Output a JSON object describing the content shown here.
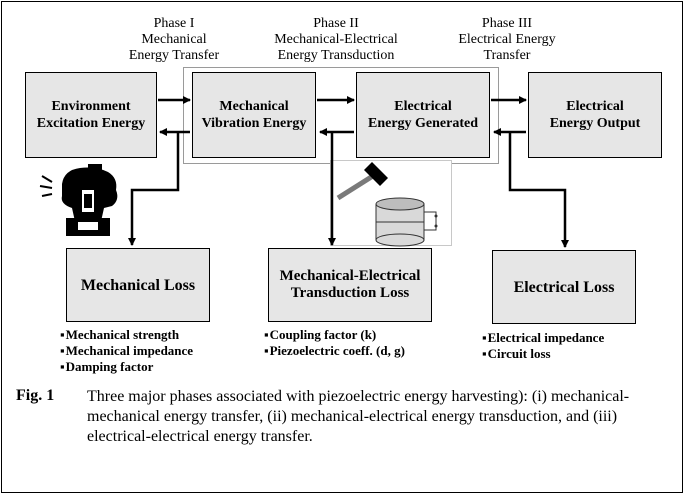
{
  "phases": [
    {
      "text": "Phase I\nMechanical\nEnergy Transfer"
    },
    {
      "text": "Phase II\nMechanical-Electrical\nEnergy Transduction"
    },
    {
      "text": "Phase III\nElectrical Energy\nTransfer"
    }
  ],
  "boxes": {
    "environment": "Environment\nExcitation Energy",
    "mechanical_vibration": "Mechanical\nVibration Energy",
    "electrical_generated": "Electrical\nEnergy Generated",
    "electrical_output": "Electrical\nEnergy Output"
  },
  "losses": {
    "mechanical": {
      "title": "Mechanical Loss",
      "items": [
        "Mechanical strength",
        "Mechanical impedance",
        "Damping factor"
      ]
    },
    "transduction": {
      "title": "Mechanical-Electrical\nTransduction Loss",
      "items": [
        "Coupling factor (k)",
        "Piezoelectric coeff. (d, g)"
      ]
    },
    "electrical": {
      "title": "Electrical Loss",
      "items": [
        "Electrical impedance",
        "Circuit loss"
      ]
    }
  },
  "caption": {
    "label": "Fig. 1",
    "text": "Three major phases associated with piezoelectric energy harvesting): (i) mechanical-mechanical energy transfer, (ii) mechanical-electrical energy transduction, and (iii) electrical-electrical energy transfer."
  },
  "colors": {
    "box_fill": "#e6e6e6",
    "line": "#000000",
    "icon_gray": "#7a7a7a"
  },
  "icons": [
    "wind-vibration-source-icon",
    "hammer-icon",
    "piezo-cylinder-icon"
  ]
}
